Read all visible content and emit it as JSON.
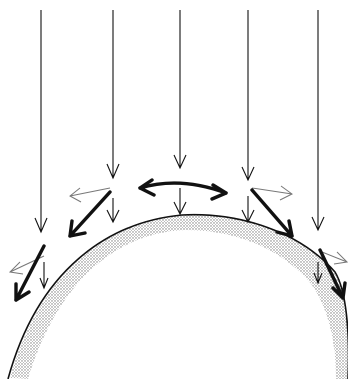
{
  "diagram": {
    "ink_color": "#111111",
    "shading_color": "#8c8c8c",
    "background_color": "#ffffff",
    "elements": [
      "vertical-incident-arrows",
      "curved-surface",
      "shaded-surface-band",
      "thin-outward-arrows",
      "bold-inward-arrows",
      "top-double-headed-arrow"
    ]
  }
}
